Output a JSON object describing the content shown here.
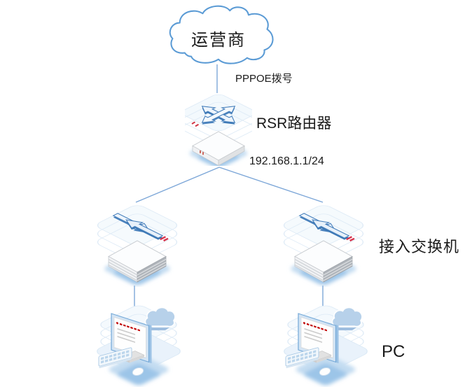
{
  "diagram": {
    "type": "network-topology",
    "nodes": {
      "isp_cloud": {
        "label": "运营商"
      },
      "router": {
        "label": "RSR路由器",
        "annotation": "192.168.1.1/24"
      },
      "access_switches": {
        "label": "接入交换机",
        "count": 2
      },
      "pcs": {
        "label": "PC",
        "count": 2
      }
    },
    "links": [
      {
        "from": "isp_cloud",
        "to": "router",
        "label": "PPPOE拨号"
      },
      {
        "from": "router",
        "to": "switch_left"
      },
      {
        "from": "router",
        "to": "switch_right"
      },
      {
        "from": "switch_left",
        "to": "pc_left"
      },
      {
        "from": "switch_right",
        "to": "pc_right"
      }
    ],
    "colors": {
      "connector_line": "#7da7d8",
      "cloud_outline": "#5b9bd5",
      "icon_blue": "#4a82bd",
      "icon_pale_blue": "#ddeaf6",
      "shadow_blue": "#9cc5e8",
      "accent_red": "#c0392b",
      "chassis_gray": "#aeb3b9",
      "label_text": "#1a1a1a"
    }
  }
}
